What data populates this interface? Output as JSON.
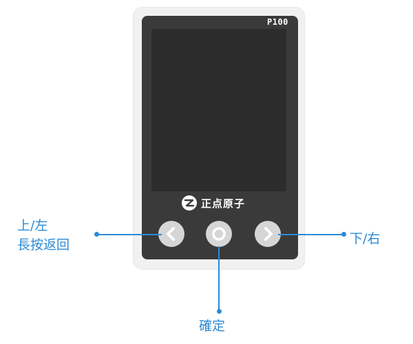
{
  "device": {
    "model": "P100",
    "brand_name": "正点原子",
    "brand_logo_icon": "zd-logo-icon"
  },
  "buttons": {
    "left_icon": "chevron-left-icon",
    "center_icon": "ring-icon",
    "right_icon": "chevron-right-icon"
  },
  "callouts": {
    "left_line1": "上/左",
    "left_line2": "長按返回",
    "right": "下/右",
    "bottom": "確定"
  },
  "colors": {
    "accent": "#2b8ad6",
    "panel": "#3a3a3a",
    "button": "#d6d6d6"
  }
}
